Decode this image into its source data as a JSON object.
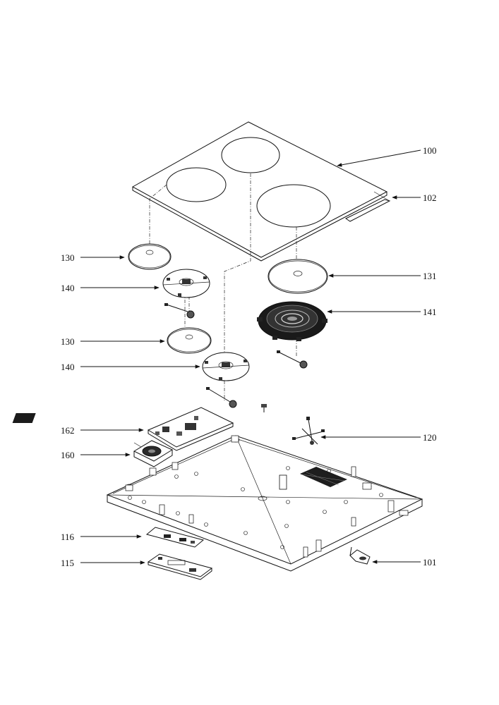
{
  "callouts": {
    "c100": "100",
    "c102": "102",
    "c130a": "130",
    "c131": "131",
    "c140a": "140",
    "c141": "141",
    "c130b": "130",
    "c140b": "140",
    "c162": "162",
    "c120": "120",
    "c160": "160",
    "c116": "116",
    "c115": "115",
    "c101": "101"
  }
}
